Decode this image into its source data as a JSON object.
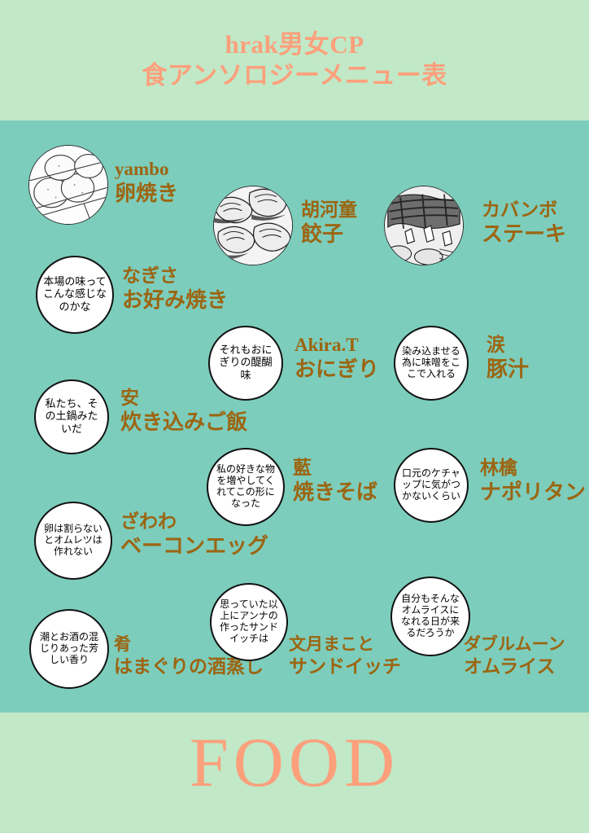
{
  "header": {
    "title_line_1": "hrak男女CP",
    "title_line_2": "食アンソロジーメニュー表"
  },
  "footer": {
    "word": "FOOD"
  },
  "colors": {
    "page_background": "#c1e8c7",
    "panel_background": "#7ccdbc",
    "title_text": "#fca07c",
    "entry_text": "#9c6512",
    "bubble_fill": "#ffffff",
    "bubble_outline": "#111111"
  },
  "entries": [
    {
      "id": "yambo-tamagoyaki",
      "media": "photo",
      "photo_name": "tamagoyaki-photo",
      "author": "yambo",
      "dish": "卵焼き"
    },
    {
      "id": "kokappa-gyoza",
      "media": "photo",
      "photo_name": "gyoza-photo",
      "author": "胡河童",
      "dish": "餃子"
    },
    {
      "id": "kabanbo-steak",
      "media": "photo",
      "photo_name": "steak-photo",
      "author": "カバンボ",
      "dish": "ステーキ"
    },
    {
      "id": "nagisa-okonomiyaki",
      "media": "bubble",
      "bubble": "本場の味ってこんな感じなのかな",
      "author": "なぎさ",
      "dish": "お好み焼き"
    },
    {
      "id": "akirat-onigiri",
      "media": "bubble",
      "bubble": "それもおにぎりの醍醐味",
      "author": "Akira.T",
      "dish": "おにぎり"
    },
    {
      "id": "namida-tonjiru",
      "media": "bubble",
      "bubble": "染み込ませる為に味噌をここで入れる",
      "author": "涙",
      "dish": "豚汁"
    },
    {
      "id": "an-takikomigohan",
      "media": "bubble",
      "bubble": "私たち、その土鍋みたいだ",
      "author": "安",
      "dish": "炊き込みご飯"
    },
    {
      "id": "ai-yakisoba",
      "media": "bubble",
      "bubble": "私の好きな物を増やしてくれてこの形になった",
      "author": "藍",
      "dish": "焼きそば"
    },
    {
      "id": "ringo-napolitan",
      "media": "bubble",
      "bubble": "口元のケチャップに気がつかないくらい",
      "author": "林檎",
      "dish": "ナポリタン"
    },
    {
      "id": "zawawa-baconegg",
      "media": "bubble",
      "bubble": "卵は割らないとオムレツは作れない",
      "author": "ざわわ",
      "dish": "ベーコンエッグ"
    },
    {
      "id": "sakana-hamaguri",
      "media": "bubble",
      "bubble": "潮とお酒の混じりあった芳しい香り",
      "author": "肴",
      "dish": "はまぐりの酒蒸し"
    },
    {
      "id": "fuzuki-sandwich",
      "media": "bubble",
      "bubble": "思っていた以上にアンナの作ったサンドイッチは",
      "author": "文月まこと",
      "dish": "サンドイッチ"
    },
    {
      "id": "doublemoon-omurice",
      "media": "bubble",
      "bubble": "自分もそんなオムライスになれる日が来るだろうか",
      "author": "ダブルムーン",
      "dish": "オムライス"
    }
  ]
}
